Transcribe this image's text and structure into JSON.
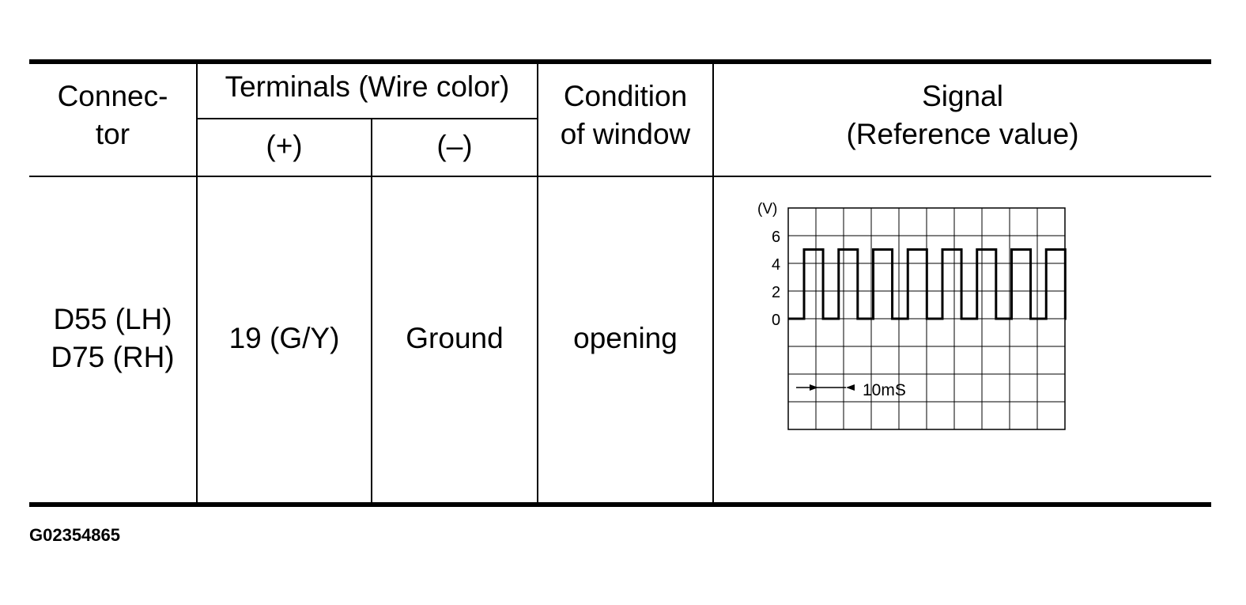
{
  "table": {
    "headers": {
      "connector": [
        "Connec-",
        "tor"
      ],
      "terminals": "Terminals (Wire color)",
      "plus": "(+)",
      "minus": "(–)",
      "condition": [
        "Condition",
        "of window"
      ],
      "signal": [
        "Signal",
        "(Reference value)"
      ]
    },
    "row": {
      "connector": [
        "D55 (LH)",
        "D75 (RH)"
      ],
      "plus": "19 (G/Y)",
      "minus": "Ground",
      "condition": "opening"
    }
  },
  "figure_code": "G02354865",
  "waveform": {
    "y_unit": "(V)",
    "y_ticks": [
      "6",
      "4",
      "2",
      "0"
    ],
    "time_label": "10mS",
    "high_level_v": 5,
    "low_level_v": 0,
    "pulses": 8
  }
}
